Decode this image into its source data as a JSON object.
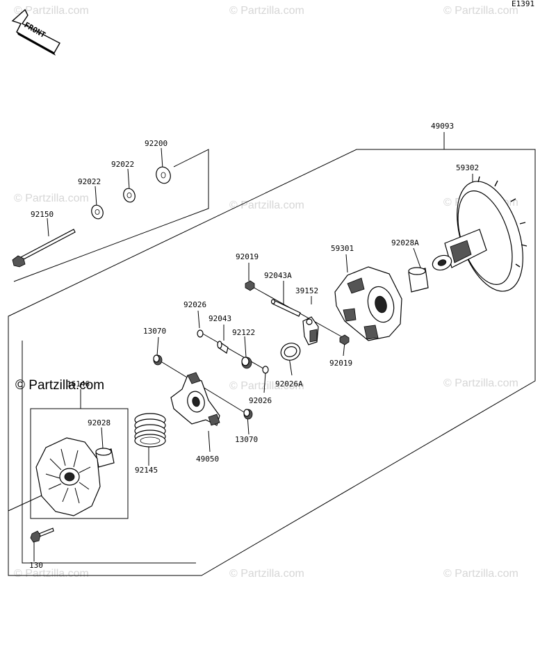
{
  "diagram_code": "E1391",
  "front_label": "FRONT",
  "watermark": "© Partzilla.com",
  "parts": [
    {
      "id": "p49093",
      "label": "49093"
    },
    {
      "id": "p59302",
      "label": "59302"
    },
    {
      "id": "p92028A",
      "label": "92028A"
    },
    {
      "id": "p59301",
      "label": "59301"
    },
    {
      "id": "p92019a",
      "label": "92019"
    },
    {
      "id": "p92043A",
      "label": "92043A"
    },
    {
      "id": "p39152",
      "label": "39152"
    },
    {
      "id": "p92019b",
      "label": "92019"
    },
    {
      "id": "p92026A",
      "label": "92026A"
    },
    {
      "id": "p92026a",
      "label": "92026"
    },
    {
      "id": "p92043",
      "label": "92043"
    },
    {
      "id": "p92122",
      "label": "92122"
    },
    {
      "id": "p92026b",
      "label": "92026"
    },
    {
      "id": "p13070a",
      "label": "13070"
    },
    {
      "id": "p13070b",
      "label": "13070"
    },
    {
      "id": "p49050",
      "label": "49050"
    },
    {
      "id": "p92145",
      "label": "92145"
    },
    {
      "id": "p92028",
      "label": "92028"
    },
    {
      "id": "p16146",
      "label": "16146"
    },
    {
      "id": "p130",
      "label": "130"
    },
    {
      "id": "p92200",
      "label": "92200"
    },
    {
      "id": "p92022a",
      "label": "92022"
    },
    {
      "id": "p92022b",
      "label": "92022"
    },
    {
      "id": "p92150",
      "label": "92150"
    }
  ]
}
